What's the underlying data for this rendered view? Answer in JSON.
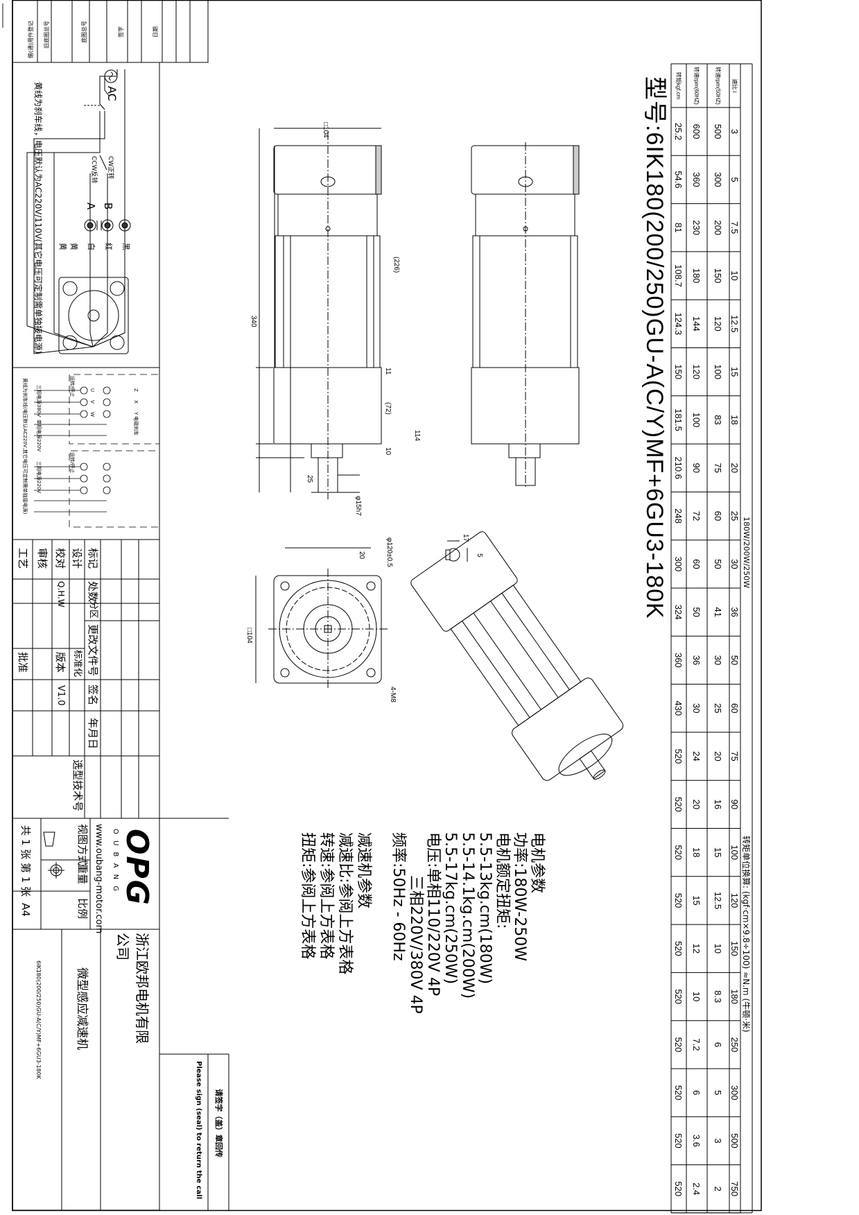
{
  "stamps": [
    "借(通)用件登记",
    "旧底图总号",
    "底图总号",
    "签字",
    "日期"
  ],
  "model_title": "型号:6IK180(200/250)GU-A(C/Y)MF+6GU3-180K",
  "table": {
    "power_header": "180W/200W/250W",
    "conversion_note": "转矩单位换算:  (kgf·cm×9.8÷100) ≈N.m (牛顿·米)",
    "row_labels": [
      "速比 i",
      "转速rpm(50HZ)",
      "转速rpm(60HZ)",
      "转矩kgf.cm"
    ],
    "ratio": [
      "3",
      "5",
      "7.5",
      "10",
      "12.5",
      "15",
      "18",
      "20",
      "25",
      "30",
      "36",
      "50",
      "60",
      "75",
      "90",
      "100",
      "120",
      "150",
      "180",
      "250",
      "300",
      "500",
      "750"
    ],
    "rpm_50hz": [
      "500",
      "300",
      "200",
      "150",
      "120",
      "100",
      "83",
      "75",
      "60",
      "50",
      "41",
      "30",
      "25",
      "20",
      "16",
      "15",
      "12.5",
      "10",
      "8.3",
      "6",
      "5",
      "3",
      "2"
    ],
    "rpm_60hz": [
      "600",
      "360",
      "230",
      "180",
      "144",
      "120",
      "100",
      "90",
      "72",
      "60",
      "50",
      "36",
      "30",
      "24",
      "20",
      "18",
      "15",
      "12",
      "10",
      "7.2",
      "6",
      "3.6",
      "2.4"
    ],
    "torque": [
      "25.2",
      "54.6",
      "81",
      "108.7",
      "124.3",
      "150",
      "181.5",
      "210.6",
      "248",
      "300",
      "324",
      "360",
      "430",
      "520",
      "520",
      "520",
      "520",
      "520",
      "520",
      "520",
      "520",
      "520",
      "520"
    ]
  },
  "dimensions": {
    "square": "□104",
    "overall": "340",
    "motor_len": "(226)",
    "d11": "11",
    "d72": "(72)",
    "d114": "114",
    "d10": "10",
    "d25": "25",
    "shaft": "φ15h7",
    "pcd": "φ120±0.5",
    "d20": "20",
    "flange": "□104",
    "holes": "4-M8",
    "key_w": "17",
    "key_h": "5"
  },
  "specs": {
    "motor_heading": "电机参数",
    "power": "功率:180W-250W",
    "rated_torque": "电机额定扭矩:",
    "torque_180": "5.5-13kg.cm(180W)",
    "torque_200": "5.5-14.1kg.cm(200W)",
    "torque_250": "5.5-17kg.cm(250W)",
    "voltage": "电压:单相110/220V  4P",
    "voltage_3ph": "三相220V/380V  4P",
    "frequency": "频率:50Hz - 60Hz",
    "gear_heading": "减速机参数",
    "gear_ratio": "减速比:参阅上方表格",
    "speed": "转速:参阅上方表格",
    "gear_torque": "扭矩:参阅上方表格"
  },
  "wiring": {
    "ac": "AC",
    "cw": "CW正转",
    "ccw": "CCW反转",
    "term_a": "A",
    "term_b": "B",
    "black": "黑",
    "red": "红",
    "white": "白",
    "yellow1": "黄",
    "yellow2": "黄",
    "note": "黄线为刹车线，电压默认为AC220V/110V(其它电压可定制需单独接电源)",
    "three_phase": {
      "run_stop": "运转/停止",
      "supply_380": "三相电源380V",
      "supply_220": "三相电源220V",
      "single_220": "单相电源220V",
      "brake": "电磁刹车",
      "u": "U",
      "v": "V",
      "w": "W",
      "z": "Z",
      "x": "X",
      "y": "Y",
      "note": "黄线为刹车线(电压默认AC220V,其它电压可定制需单独接电源)"
    }
  },
  "title_block": {
    "mark": "标记",
    "count": "处数",
    "zone": "分区",
    "change_doc": "更改文件号",
    "sign": "签名",
    "date": "年月日",
    "design": "设计",
    "check": "校对",
    "review": "审核",
    "process": "工艺",
    "checker_name": "Q.H.W",
    "standard": "标准化",
    "version_label": "版本",
    "approve": "批准",
    "version": "V1.0",
    "selection_no": "选型技术号",
    "logo": "OPG",
    "logo_sub": "O U B A N G",
    "website": "www.oubang-motor.com",
    "view_method": "视图方式",
    "weight": "重量",
    "scale": "比例",
    "sheets": "共 1 张  第 1 张",
    "paper": "A4",
    "company": "浙江欧邦电机有限公司",
    "product": "微型感应减速机",
    "model_small": "6IK180(200/250)GU-A(C/Y)MF+6GU3-180K",
    "sign_cn": "请签字（盖）章回传",
    "sign_en": "Please sign (seal) to return the call"
  }
}
